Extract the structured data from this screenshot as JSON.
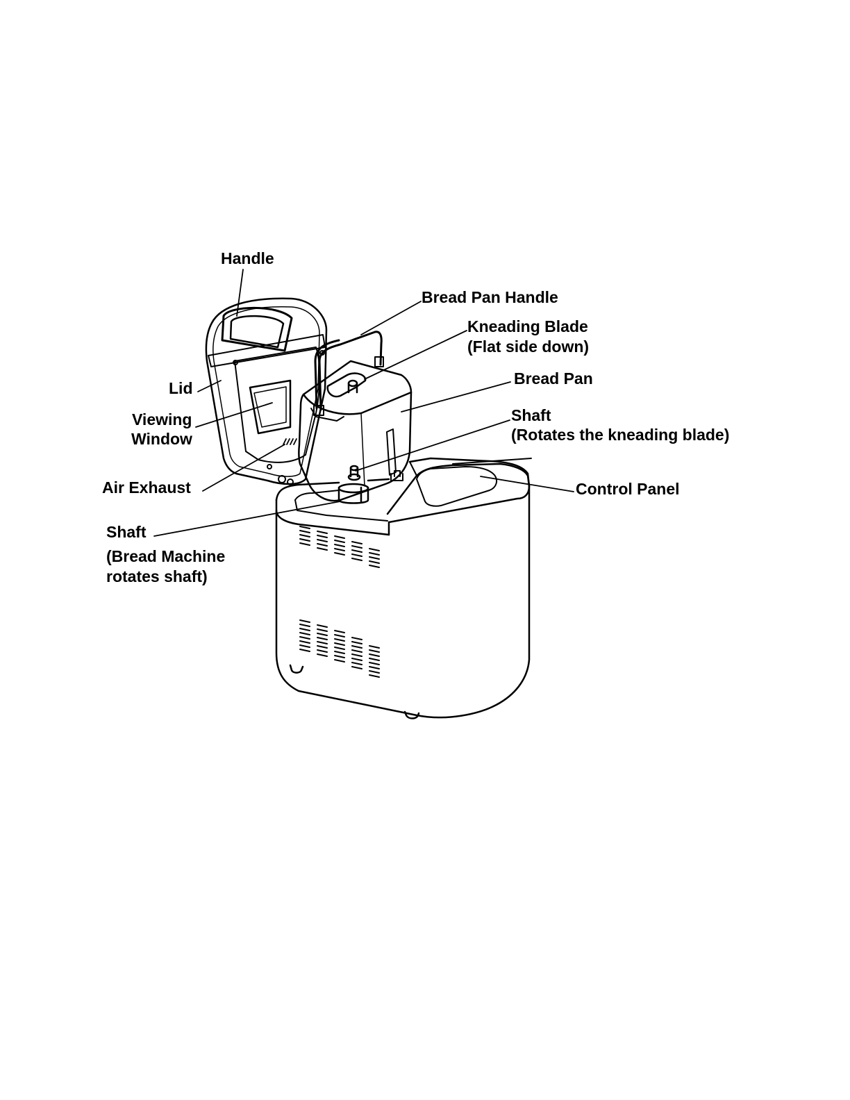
{
  "labels": {
    "handle": "Handle",
    "bread_pan_handle": "Bread Pan Handle",
    "kneading_blade": "Kneading Blade",
    "kneading_blade_note": "(Flat side down)",
    "bread_pan": "Bread Pan",
    "lid": "Lid",
    "viewing_window_1": "Viewing",
    "viewing_window_2": "Window",
    "shaft_upper": "Shaft",
    "shaft_upper_note": "(Rotates the kneading blade)",
    "air_exhaust": "Air Exhaust",
    "control_panel": "Control Panel",
    "shaft_lower": "Shaft",
    "shaft_lower_note_1": "(Bread Machine",
    "shaft_lower_note_2": "rotates shaft)"
  },
  "colors": {
    "ink": "#000000",
    "paper": "#ffffff"
  }
}
